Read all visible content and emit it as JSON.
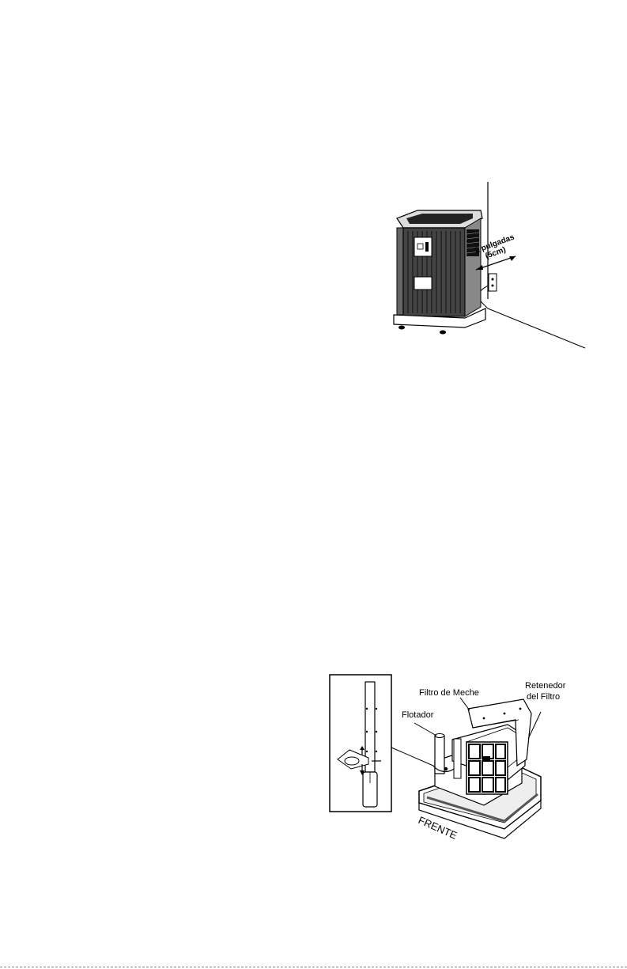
{
  "figure_placement": {
    "clearance_label_line1": "2 pulgadas",
    "clearance_label_line2": "(5cm)"
  },
  "figure_assembly": {
    "label_wick_filter": "Filtro de Meche",
    "label_float": "Flotador",
    "label_retainer_line1": "Retenedor",
    "label_retainer_line2": "del Filtro",
    "label_front": "FRENTE"
  }
}
